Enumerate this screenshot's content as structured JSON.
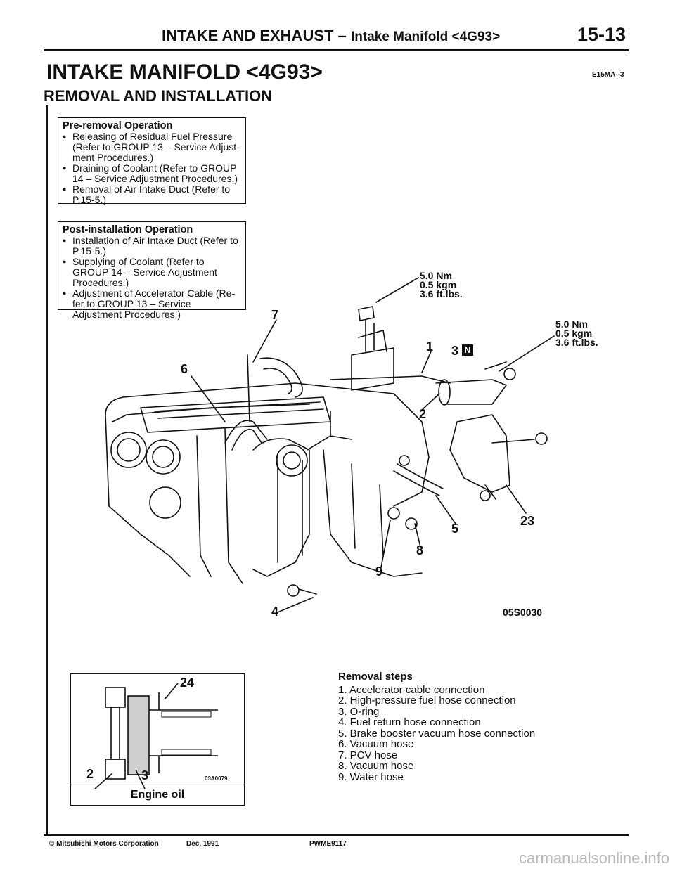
{
  "header": {
    "title_main": "INTAKE AND EXHAUST",
    "title_dash": "–",
    "title_sub": "Intake Manifold <4G93>",
    "page_number": "15-13"
  },
  "section": {
    "title": "INTAKE MANIFOLD <4G93>",
    "code": "E15MA--3",
    "subtitle": "REMOVAL AND INSTALLATION"
  },
  "pre_removal": {
    "title": "Pre-removal Operation",
    "items": [
      "Releasing of Residual Fuel Pressure (Refer to GROUP 13 – Service Adjust-ment Procedures.)",
      "Draining of Coolant (Refer to GROUP 14 – Service Adjustment Procedures.)",
      "Removal of Air Intake Duct (Refer to P.15-5.)"
    ]
  },
  "post_installation": {
    "title": "Post-installation Operation",
    "items": [
      "Installation of Air Intake Duct (Refer to P.15-5.)",
      "Supplying of Coolant (Refer to GROUP 14 – Service Adjustment Procedures.)",
      "Adjustment of Accelerator Cable (Re-fer to GROUP 13 – Service Adjustment Procedures.)"
    ]
  },
  "torque_1": {
    "nm": "5.0 Nm",
    "kgm": "0.5 kgm",
    "ftlbs": "3.6 ft.lbs."
  },
  "torque_2": {
    "nm": "5.0 Nm",
    "kgm": "0.5 kgm",
    "ftlbs": "3.6 ft.lbs."
  },
  "callouts": {
    "c1": "1",
    "c2": "2",
    "c3": "3",
    "c3_mark": "N",
    "c4": "4",
    "c5": "5",
    "c6": "6",
    "c7": "7",
    "c8": "8",
    "c9": "9",
    "c23": "23"
  },
  "figure_code": "05S0030",
  "detail": {
    "label_24": "24",
    "label_2": "2",
    "label_3": "3",
    "code": "03A0079",
    "caption": "Engine oil"
  },
  "removal_steps": {
    "title": "Removal steps",
    "steps": [
      "1.  Accelerator cable connection",
      "2.  High-pressure fuel hose connection",
      "3.  O-ring",
      "4.  Fuel return hose connection",
      "5.  Brake booster vacuum hose connection",
      "6.  Vacuum hose",
      "7.  PCV hose",
      "8.  Vacuum hose",
      "9.  Water hose"
    ]
  },
  "footer": {
    "copyright": "© Mitsubishi Motors Corporation",
    "date": "Dec. 1991",
    "doc_code": "PWME9117"
  },
  "watermark": "carmanualsonline.info"
}
